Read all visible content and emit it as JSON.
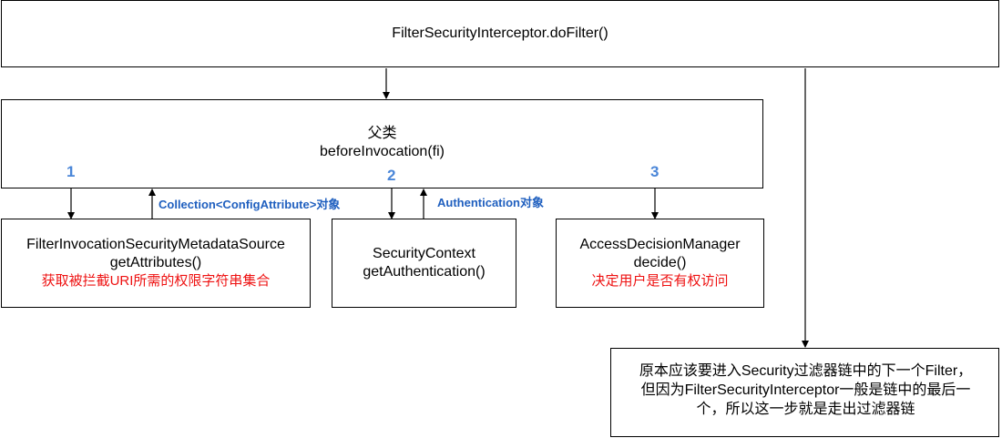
{
  "top_box": {
    "title": "FilterSecurityInterceptor.doFilter()"
  },
  "parent_box": {
    "line1": "父类",
    "line2": "beforeInvocation(fi)"
  },
  "steps": {
    "one": "1",
    "two": "2",
    "three": "3"
  },
  "edge_labels": {
    "collection": "Collection<ConfigAttribute>对象",
    "authentication": "Authentication对象"
  },
  "metadata_box": {
    "line1": "FilterInvocationSecurityMetadataSource",
    "line2": "getAttributes()",
    "note": "获取被拦截URI所需的权限字符串集合"
  },
  "context_box": {
    "line1": "SecurityContext",
    "line2": "getAuthentication()"
  },
  "decision_box": {
    "line1": "AccessDecisionManager",
    "line2": "decide()",
    "note": "决定用户是否有权访问"
  },
  "exit_note": {
    "line1": "原本应该要进入Security过滤器链中的下一个Filter，",
    "line2": "但因为FilterSecurityInterceptor一般是链中的最后一",
    "line3": "个，所以这一步就是走出过滤器链"
  },
  "colors": {
    "step_number": "#4a86d8",
    "edge_label": "#1f5fbf",
    "note_red": "#ee1111"
  }
}
